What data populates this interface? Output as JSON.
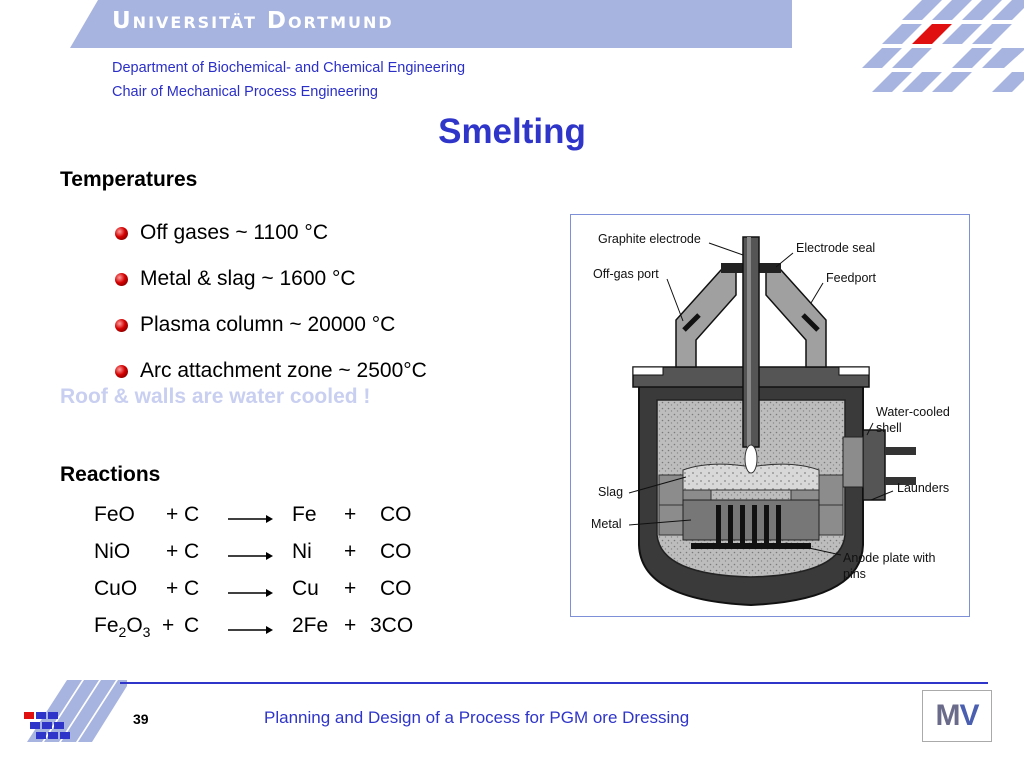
{
  "header": {
    "university": "Universität Dortmund",
    "department": "Department of Biochemical- and Chemical Engineering",
    "chair": "Chair of Mechanical Process Engineering"
  },
  "title": "Smelting",
  "temperatures": {
    "heading": "Temperatures",
    "items": [
      "Off gases ~ 1100 °C",
      "Metal & slag ~ 1600 °C",
      "Plasma column ~ 20000 °C",
      "Arc attachment zone ~ 2500°C"
    ]
  },
  "note": "Roof & walls are water cooled !",
  "reactions": {
    "heading": "Reactions",
    "rows": [
      {
        "reactant": "FeO",
        "reagent": "C",
        "product": "Fe",
        "byproduct": "CO"
      },
      {
        "reactant": "NiO",
        "reagent": "C",
        "product": "Ni",
        "byproduct": "CO"
      },
      {
        "reactant": "CuO",
        "reagent": "C",
        "product": "Cu",
        "byproduct": "CO"
      },
      {
        "reactant_main": "Fe",
        "reactant_sub1": "2",
        "reactant_mid": "O",
        "reactant_sub2": "3",
        "reagent": "C",
        "product": "2Fe",
        "byproduct": "3CO"
      }
    ],
    "plus": "+"
  },
  "diagram": {
    "labels": {
      "graphite_electrode": "Graphite electrode",
      "electrode_seal": "Electrode seal",
      "offgas_port": "Off-gas port",
      "feedport": "Feedport",
      "water_cooled_1": "Water-cooled",
      "water_cooled_2": "shell",
      "launders": "Launders",
      "slag": "Slag",
      "metal": "Metal",
      "anode_1": "Anode plate with",
      "anode_2": "pins"
    }
  },
  "footer": {
    "page_number": "39",
    "title": "Planning and Design of a Process for PGM ore Dressing",
    "logo_m": "M",
    "logo_v": "V"
  },
  "colors": {
    "accent_blue": "#2f35c9",
    "header_band": "#a8b4e0",
    "note_color": "#c9cff0",
    "bullet_red": "#d40000"
  }
}
